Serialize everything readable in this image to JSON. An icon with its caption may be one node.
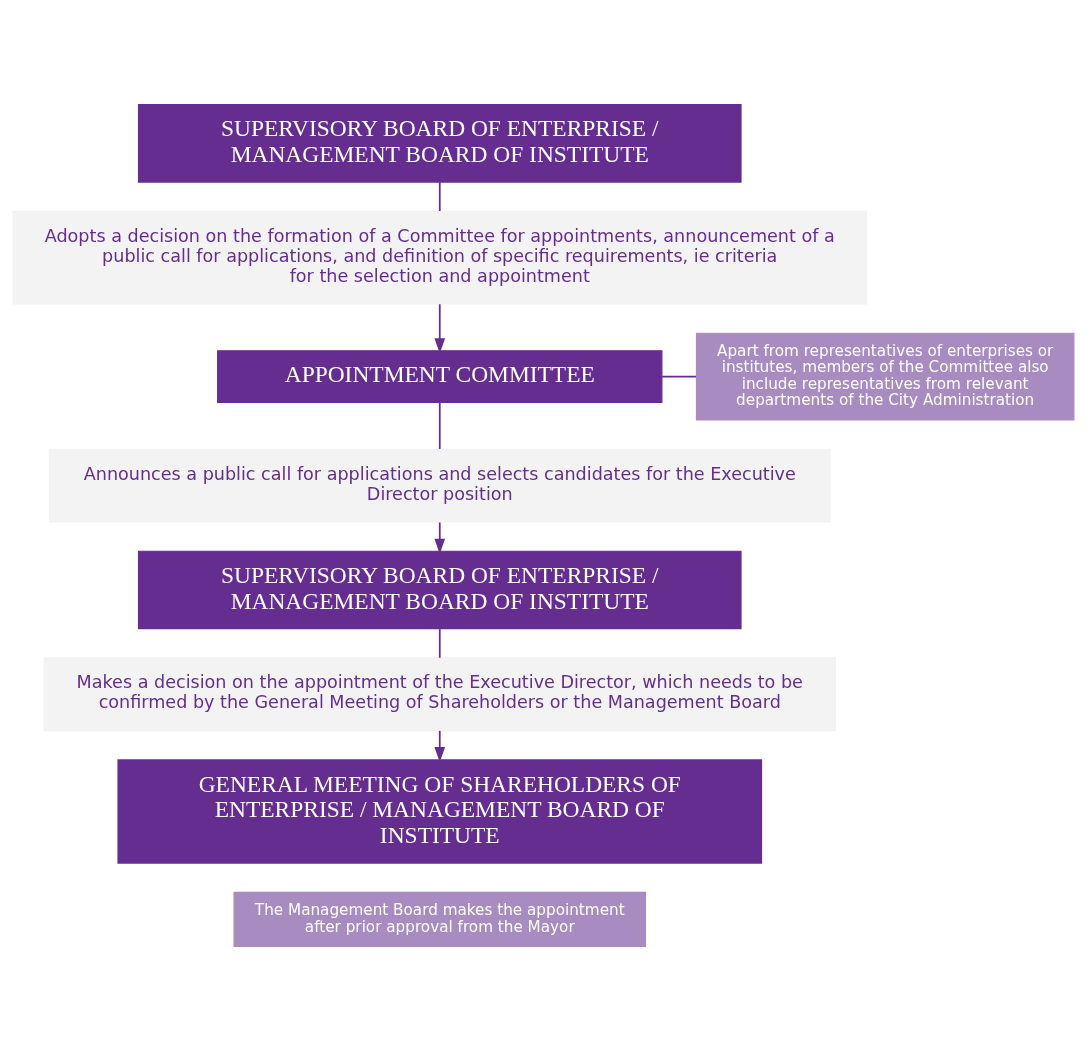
{
  "diagram": {
    "nodes": [
      {
        "text": [
          "SUPERVISORY BOARD OF ENTERPRISE / MANAGEMENT BOARD OF INSTITUTE"
        ]
      },
      {
        "text": [
          "Adopts a decision on the formation of a Committee for appointments, announcement of a public call for applications, and definition of specific requirements, ie criteria for the selection and appointment"
        ]
      },
      {
        "text": [
          "APPOINTMENT COMMITTEE"
        ]
      },
      {
        "text": [
          "Apart from representatives of enterprises or institutes, members of the Committee also include representatives from relevant departments of the City Administration"
        ]
      },
      {
        "text": [
          "Announces a public call for applications and selects candidates for the Executive Director position"
        ]
      },
      {
        "text": [
          "SUPERVISORY BOARD OF ENTERPRISE / MANAGEMENT BOARD OF INSTITUTE"
        ]
      },
      {
        "text": [
          "Makes a decision on the appointment of the Executive Director, which needs to be confirmed by the General Meeting of Shareholders or the Management Board"
        ]
      },
      {
        "text": [
          "GENERAL MEETING OF SHAREHOLDERS OF ENTERPRISE / MANAGEMENT BOARD OF INSTITUTE"
        ]
      },
      {
        "text": [
          "The Management Board makes the appointment after prior approval from the Mayor"
        ]
      }
    ],
    "edges": [
      {
        "from": 0,
        "to": 1,
        "arrow": "none"
      },
      {
        "from": 1,
        "to": 2,
        "arrow": "to"
      },
      {
        "from": 2,
        "to": 3,
        "arrow": "none"
      },
      {
        "from": 2,
        "to": 4,
        "arrow": "none"
      },
      {
        "from": 4,
        "to": 5,
        "arrow": "to"
      },
      {
        "from": 5,
        "to": 6,
        "arrow": "none"
      },
      {
        "from": 6,
        "to": 7,
        "arrow": "to"
      }
    ]
  }
}
